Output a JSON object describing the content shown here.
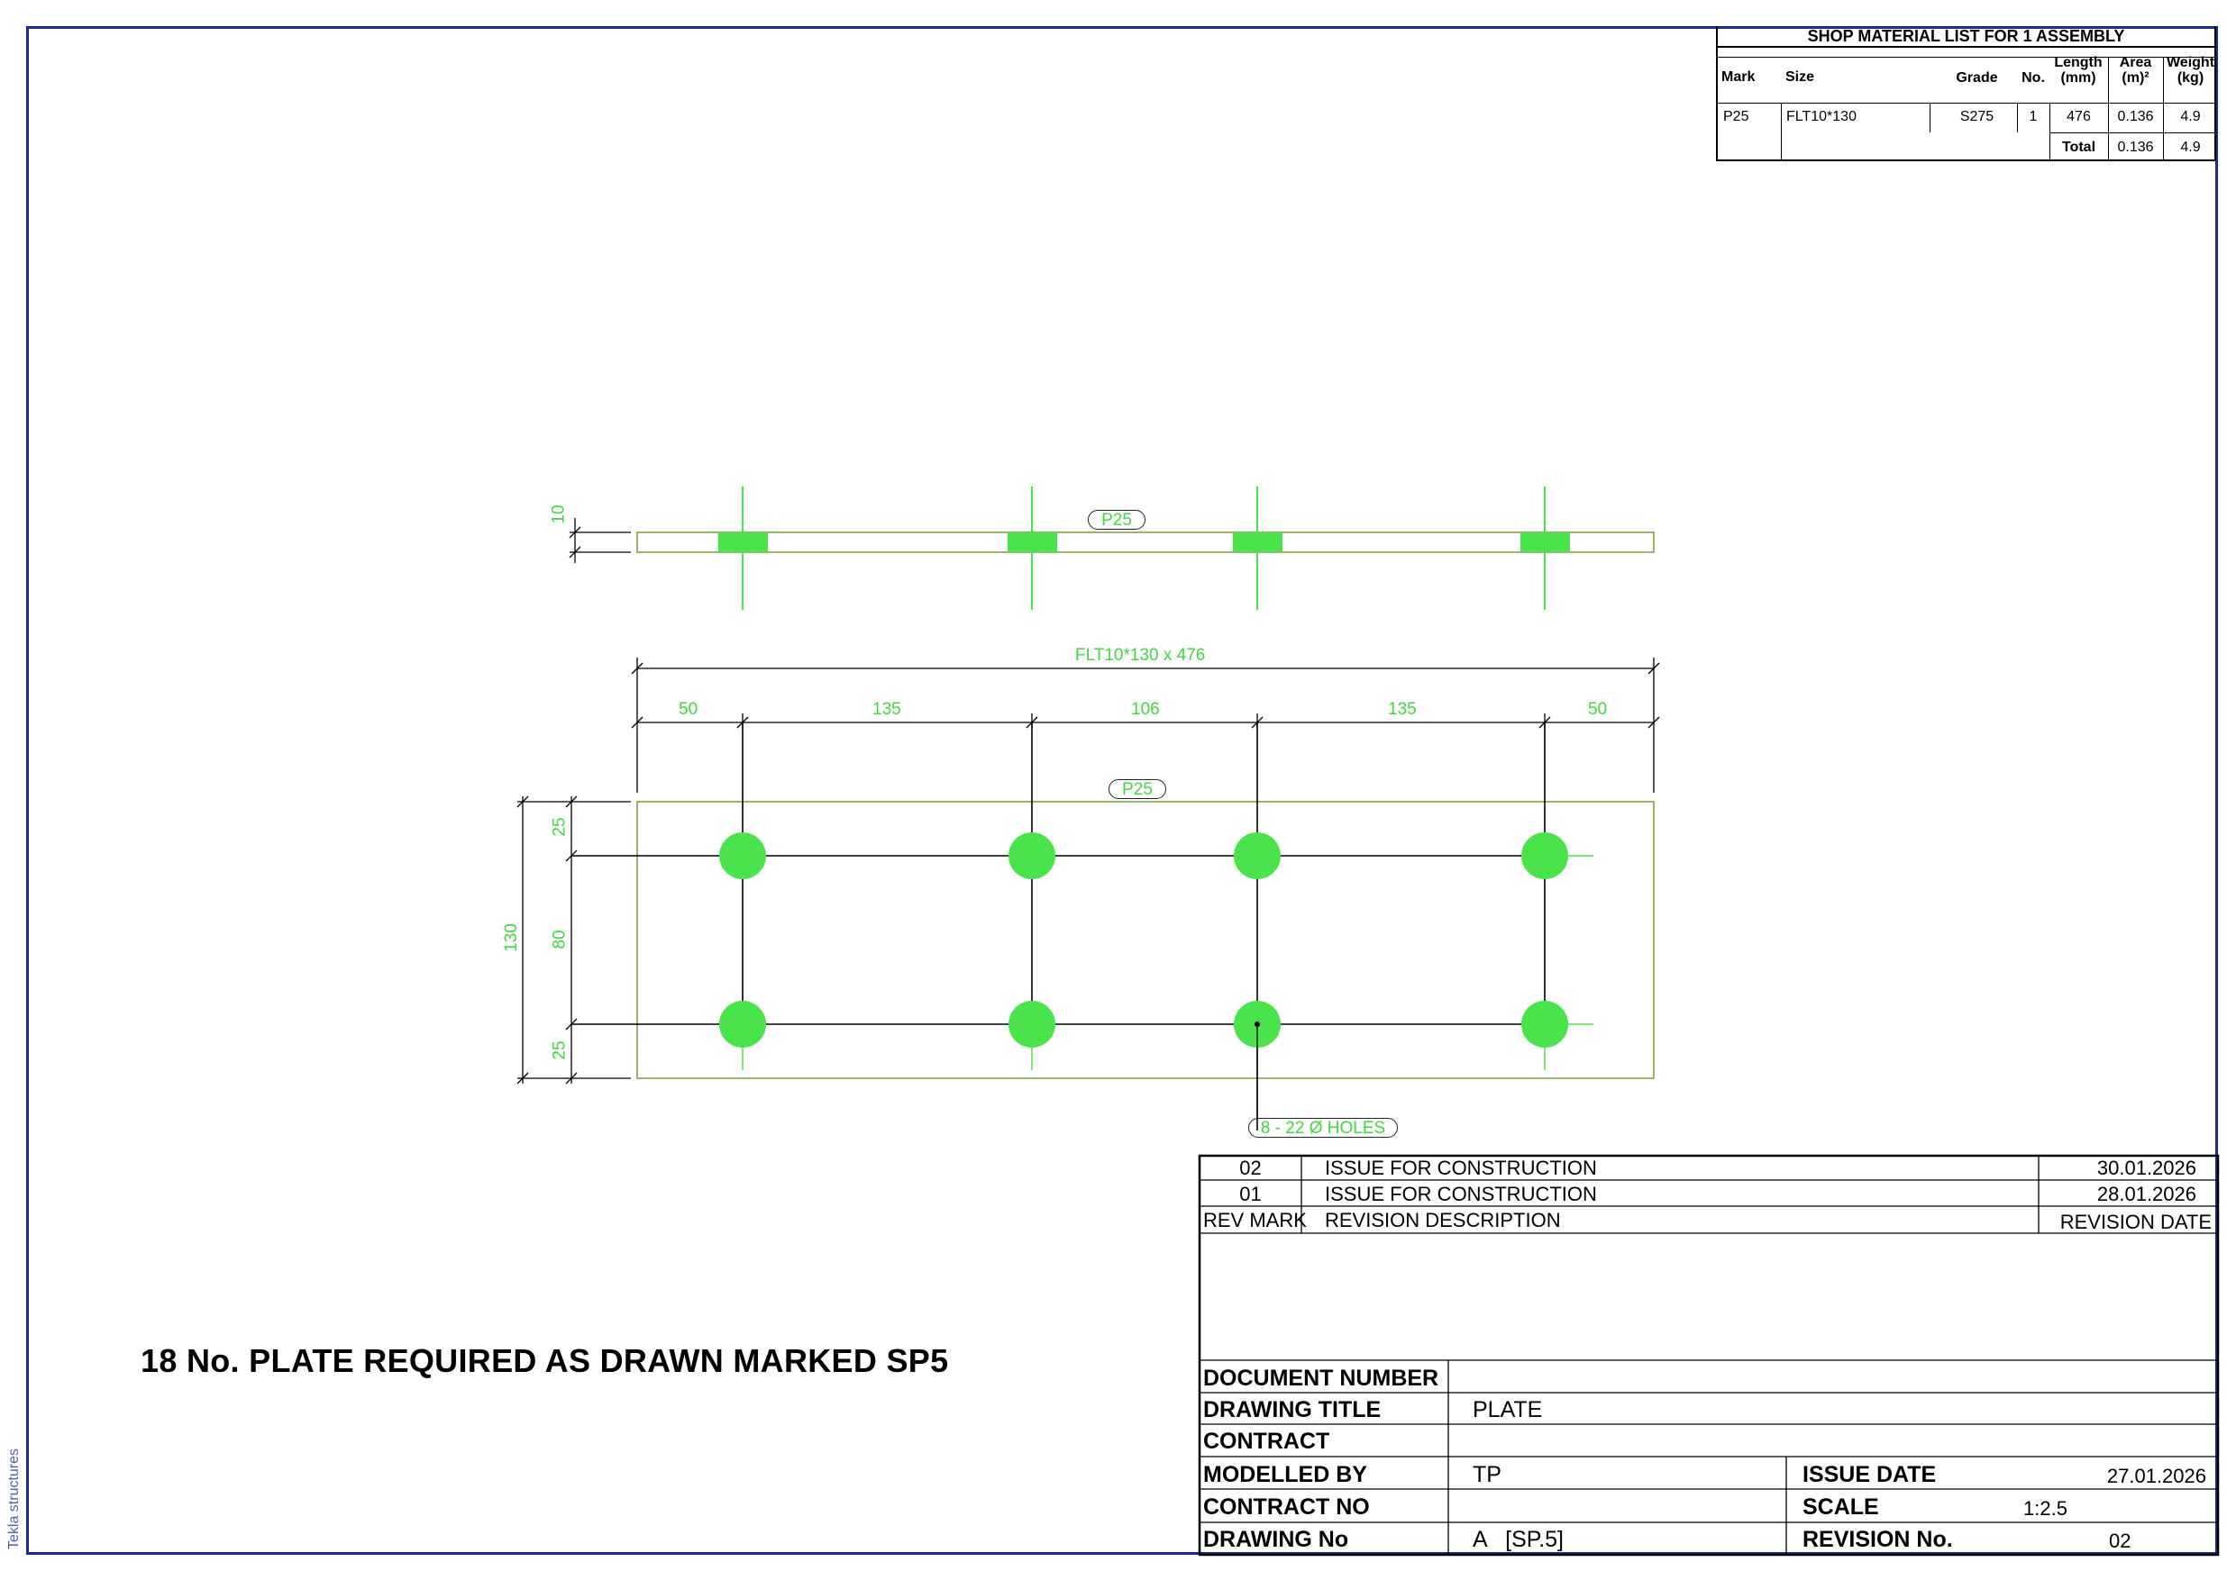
{
  "vendor_label": "Tekla structures",
  "material_list": {
    "title": "SHOP MATERIAL LIST FOR 1 ASSEMBLY",
    "headers": {
      "mark": "Mark",
      "size": "Size",
      "grade": "Grade",
      "no": "No.",
      "length_1": "Length",
      "length_2": "(mm)",
      "area_1": "Area",
      "area_2": "(m)²",
      "weight_1": "Weight",
      "weight_2": "(kg)"
    },
    "row": {
      "mark": "P25",
      "size": "FLT10*130",
      "grade": "S275",
      "no": "1",
      "length": "476",
      "area": "0.136",
      "weight": "4.9"
    },
    "total": {
      "label": "Total",
      "area": "0.136",
      "weight": "4.9"
    }
  },
  "drawing": {
    "part_mark": "P25",
    "thickness_dim": "10",
    "profile_label": "FLT10*130 x 476",
    "horizontal_dims": [
      "50",
      "135",
      "106",
      "135",
      "50"
    ],
    "vertical_dims": [
      "25",
      "80",
      "25"
    ],
    "overall_width_dim": "130",
    "holes_label": "8 - 22 Ø HOLES",
    "line_color": "#3ed93e",
    "outline_color": "#7a9a3a"
  },
  "note": "18 No. PLATE REQUIRED AS DRAWN MARKED SP5",
  "revisions": [
    {
      "mark": "02",
      "description": "ISSUE FOR CONSTRUCTION",
      "date": "30.01.2026"
    },
    {
      "mark": "01",
      "description": "ISSUE FOR CONSTRUCTION",
      "date": "28.01.2026"
    }
  ],
  "revision_header": {
    "mark": "REV MARK",
    "description": "REVISION DESCRIPTION",
    "date": "REVISION DATE"
  },
  "title_block": {
    "document_number_label": "DOCUMENT NUMBER",
    "document_number": "",
    "drawing_title_label": "DRAWING TITLE",
    "drawing_title": "PLATE",
    "contract_label": "CONTRACT",
    "contract": "",
    "modelled_by_label": "MODELLED BY",
    "modelled_by": "TP",
    "contract_no_label": "CONTRACT NO",
    "contract_no": "",
    "drawing_no_label": "DRAWING No",
    "drawing_no": "A   [SP.5]",
    "issue_date_label": "ISSUE DATE",
    "issue_date": "27.01.2026",
    "scale_label": "SCALE",
    "scale": "1:2.5",
    "revision_no_label": "REVISION No.",
    "revision_no": "02"
  }
}
